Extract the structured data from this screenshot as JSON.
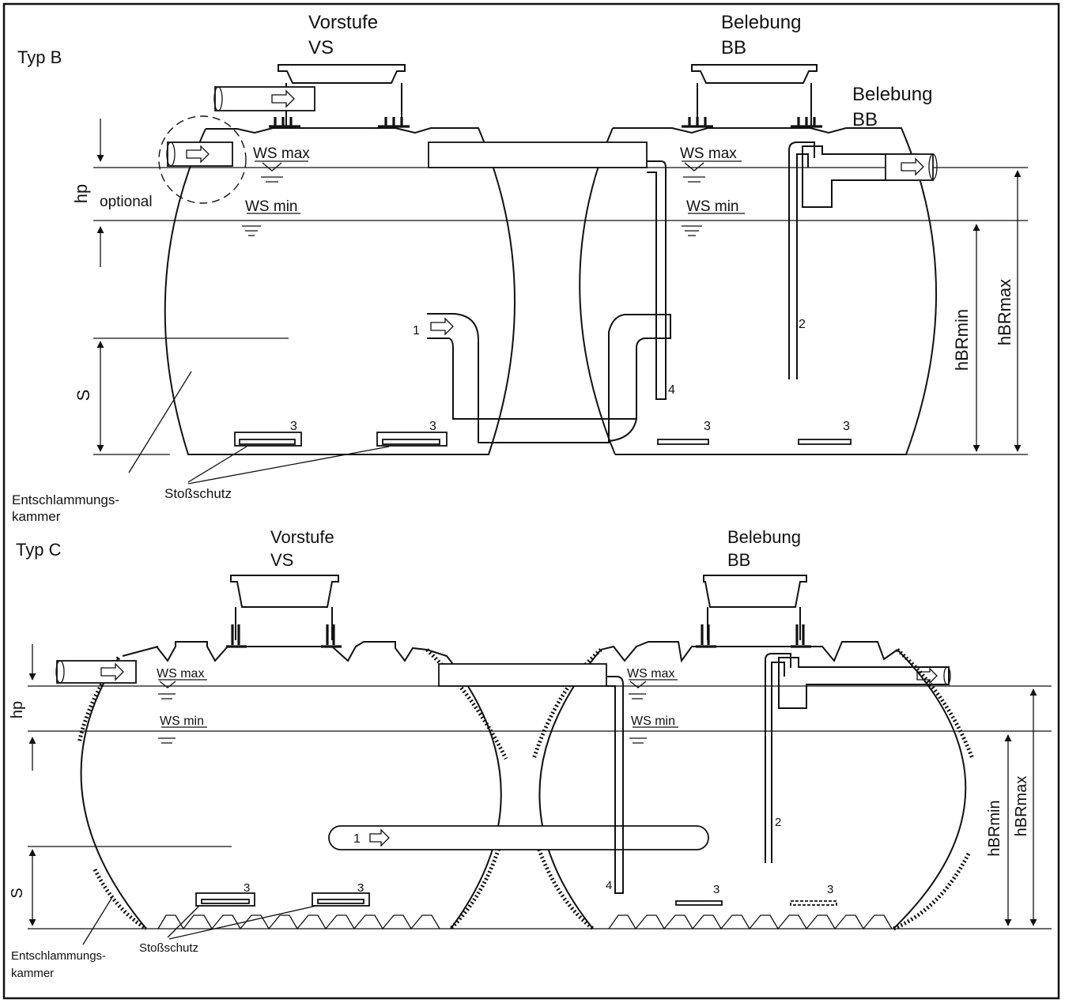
{
  "frame_color": "#111111",
  "typ_b": {
    "title": "Typ B",
    "vorstufe_line1": "Vorstufe",
    "vorstufe_line2": "VS",
    "belebung_line1": "Belebung",
    "belebung_line2": "BB",
    "belebung2_line1": "Belebung",
    "belebung2_line2": "BB",
    "ws_max": "WS max",
    "ws_min": "WS min",
    "hp": "hp",
    "s": "S",
    "optional": "optional",
    "hbrmin": "hBRmin",
    "hbrmax": "hBRmax",
    "label_1": "1",
    "label_2": "2",
    "label_3": "3",
    "label_4": "4",
    "entschlammung_line1": "Entschlammungs-",
    "entschlammung_line2": "kammer",
    "stossschutz": "Stoßschutz"
  },
  "typ_c": {
    "title": "Typ C",
    "vorstufe_line1": "Vorstufe",
    "vorstufe_line2": "VS",
    "belebung_line1": "Belebung",
    "belebung_line2": "BB",
    "ws_max": "WS max",
    "ws_min": "WS min",
    "hp": "hp",
    "s": "S",
    "hbrmin": "hBRmin",
    "hbrmax": "hBRmax",
    "label_1": "1",
    "label_2": "2",
    "label_3": "3",
    "label_4": "4",
    "entschlammung_line1": "Entschlammungs-",
    "entschlammung_line2": "kammer",
    "stossschutz": "Stoßschutz"
  }
}
